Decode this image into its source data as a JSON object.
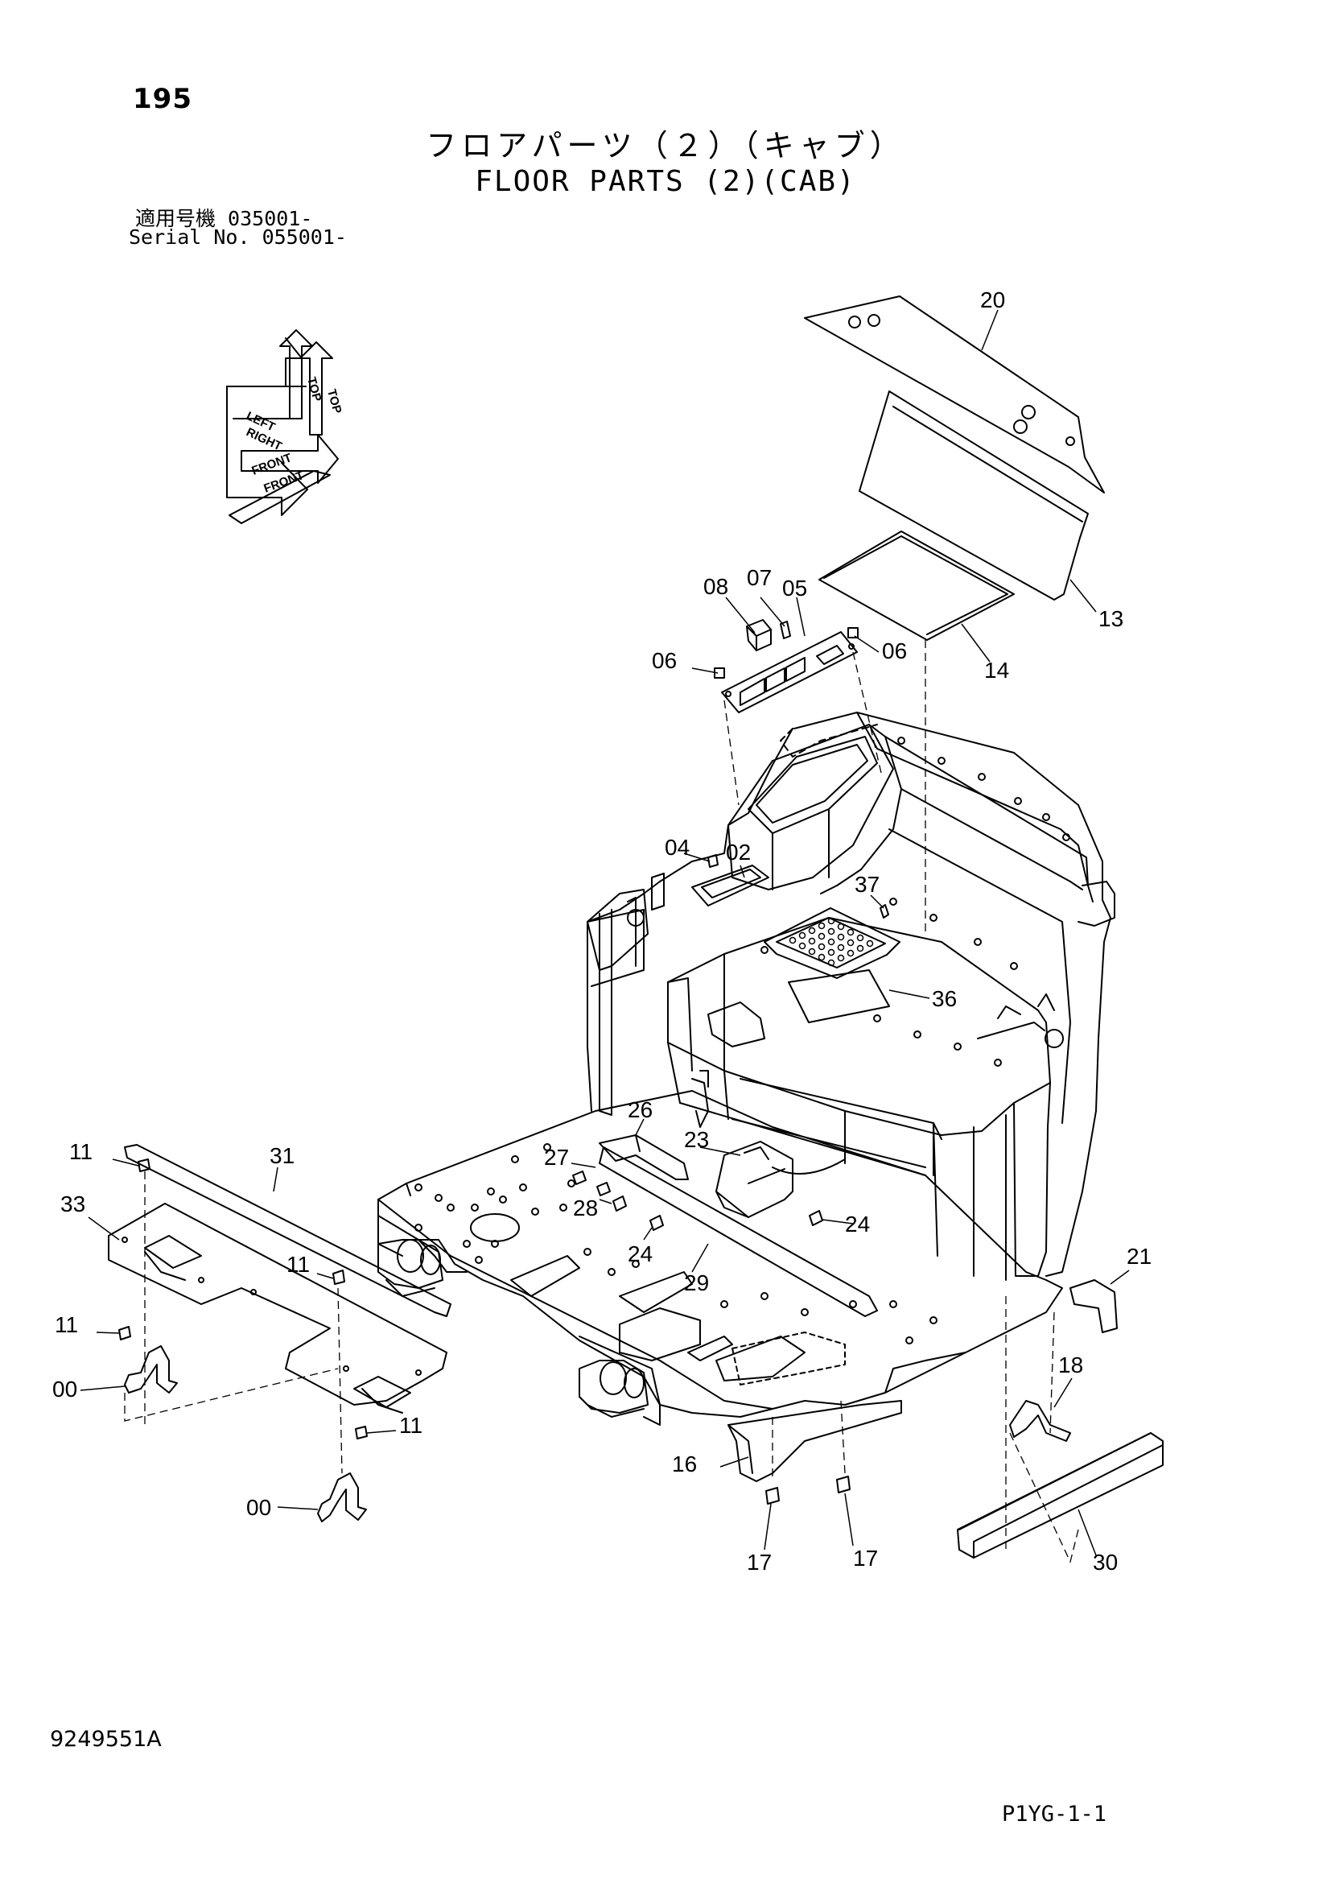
{
  "header": {
    "page_number": "195",
    "title_jp": "フロアパーツ（２）（キャブ）",
    "title_en": "FLOOR PARTS (2)(CAB)",
    "serial_line1": "適用号機  035001-",
    "serial_line2": "Serial No. 055001-"
  },
  "orientation_labels": {
    "top_1": "TOP",
    "top_2": "TOP",
    "left": "LEFT",
    "right": "RIGHT",
    "front_1": "FRONT",
    "front_2": "FRONT"
  },
  "callouts": {
    "c20": "20",
    "c13": "13",
    "c14": "14",
    "c08": "08",
    "c07": "07",
    "c05": "05",
    "c06a": "06",
    "c06b": "06",
    "c04": "04",
    "c02": "02",
    "c37": "37",
    "c36": "36",
    "c26": "26",
    "c23": "23",
    "c27": "27",
    "c28": "28",
    "c24a": "24",
    "c24b": "24",
    "c29": "29",
    "c21": "21",
    "c11a": "11",
    "c31": "31",
    "c33": "33",
    "c11b": "11",
    "c11c": "11",
    "c00a": "00",
    "c11d": "11",
    "c00b": "00",
    "c16": "16",
    "c17a": "17",
    "c17b": "17",
    "c18": "18",
    "c30": "30"
  },
  "footer": {
    "doc_number": "9249551A",
    "page_ref": "P1YG-1-1"
  }
}
